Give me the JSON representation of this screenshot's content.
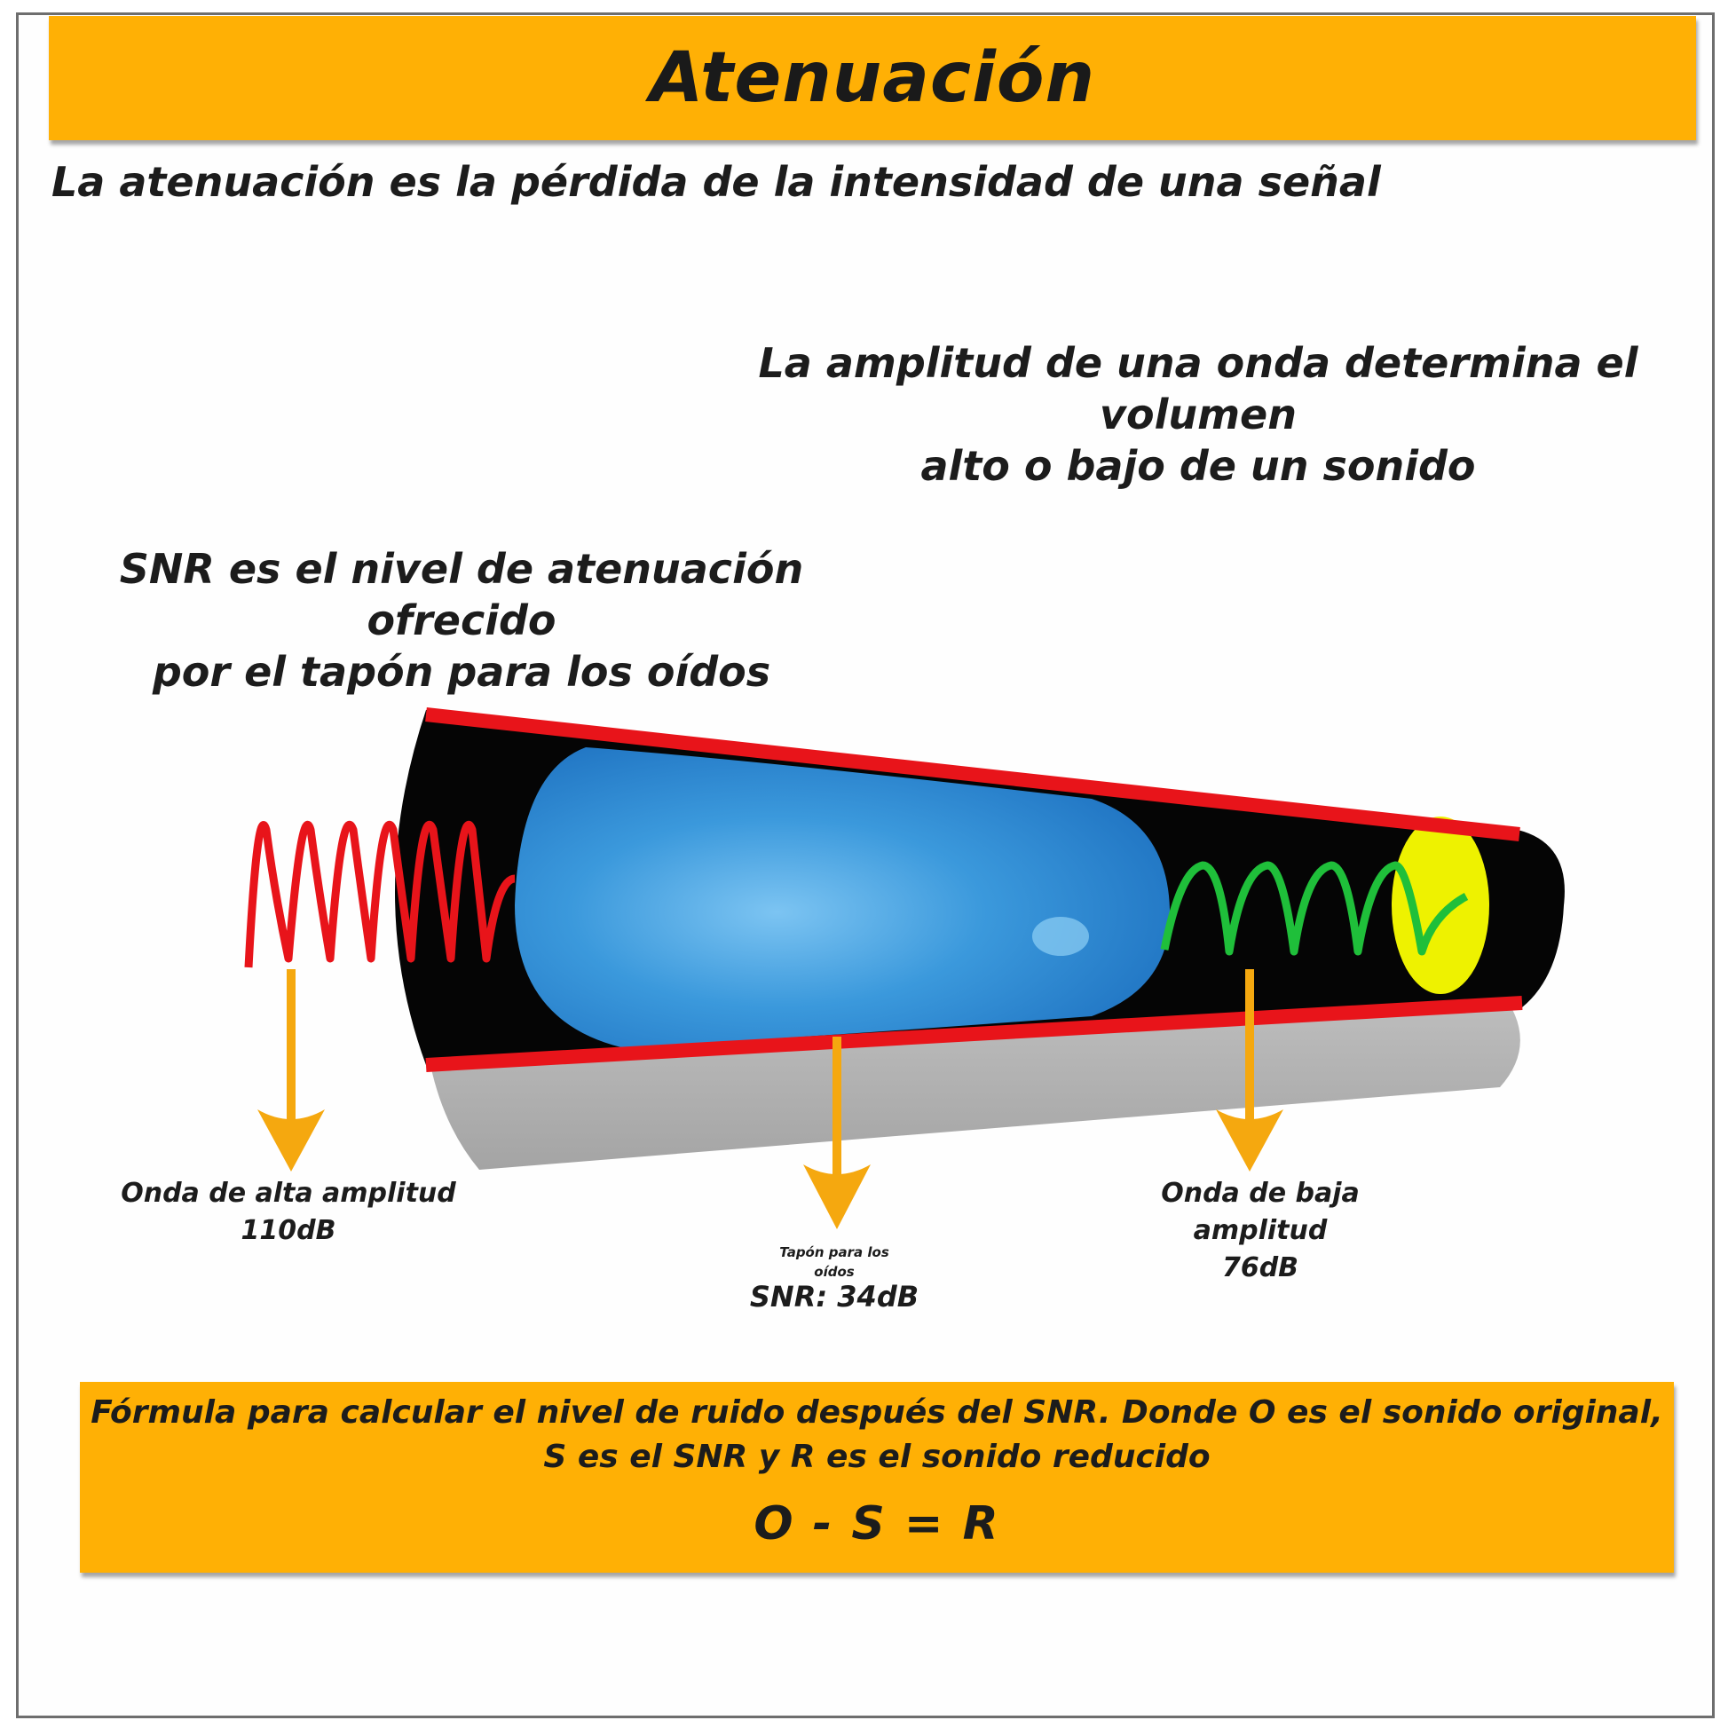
{
  "title": "Atenuación",
  "intro": "La atenuación es la pérdida de la intensidad de una señal",
  "amplitude_note": {
    "line1": "La amplitud de una onda determina el volumen",
    "line2": "alto o bajo de un sonido"
  },
  "snr_note": {
    "line1": "SNR es el nivel de atenuación ofrecido",
    "line2": "por el tapón para los oídos"
  },
  "labels": {
    "high": {
      "name": "Onda de alta amplitud",
      "value": "110dB"
    },
    "plug": {
      "name": "Tapón para los oídos",
      "value": "SNR: 34dB"
    },
    "low": {
      "name": "Onda de baja amplitud",
      "value": "76dB"
    }
  },
  "formula": {
    "description": "Fórmula para calcular el nivel de ruido después del SNR. Donde O es el sonido original, S es el SNR y R es el sonido reducido",
    "equation": "O - S = R"
  },
  "colors": {
    "banner": "#ffb005",
    "high_wave": "#e8141a",
    "low_wave": "#1fbf3a",
    "plug": "#2f8fd9",
    "pipe_border": "#e8141a",
    "arrows": "#f5a80f",
    "eardrum": "#eef200"
  }
}
